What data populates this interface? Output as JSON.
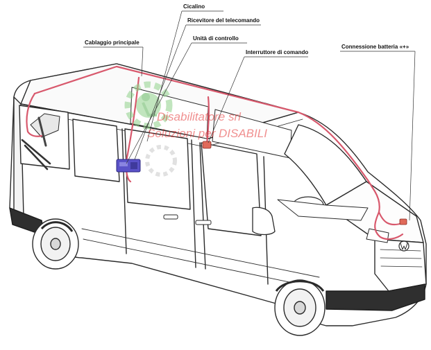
{
  "labels": {
    "cicalino": "Cicalino",
    "ricevitore": "Ricevitore del telecomando",
    "unita": "Unità di controllo",
    "cablaggio": "Cablaggio principale",
    "interruttore": "Interruttore di comando",
    "batteria": "Connessione batteria «+»"
  },
  "watermark": {
    "line1": "Disabilitatore srl",
    "line2": "Soluzioni per DISABILI"
  },
  "colors": {
    "harness": "#d8586c",
    "outline": "#2a2a2a",
    "control_unit": "#5a52c8",
    "logo_green": "#8fd18a",
    "watermark_red": "#e53535"
  },
  "icons": {
    "logo": "gear-wheelchair-logo"
  }
}
